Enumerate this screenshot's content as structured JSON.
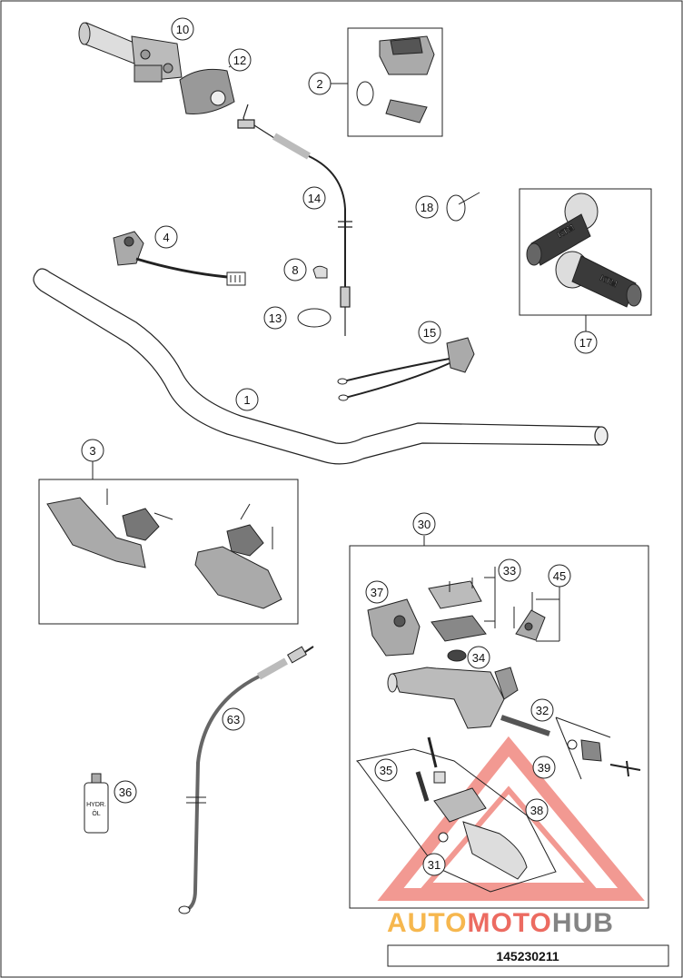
{
  "callouts": {
    "c1": "1",
    "c2": "2",
    "c3": "3",
    "c4": "4",
    "c8": "8",
    "c10": "10",
    "c12": "12",
    "c13": "13",
    "c14": "14",
    "c15": "15",
    "c17": "17",
    "c18": "18",
    "c30": "30",
    "c31": "31",
    "c32": "32",
    "c33": "33",
    "c34": "34",
    "c35": "35",
    "c36": "36",
    "c37": "37",
    "c38": "38",
    "c39": "39",
    "c45": "45",
    "c63": "63"
  },
  "bottle_label": {
    "line1": "HYDR.",
    "line2": "ÖL"
  },
  "grip_logo": "KTM",
  "watermark": {
    "part1": "AUTO",
    "part2": "MOTO",
    "part3": "HUB"
  },
  "part_number": "145230211",
  "colors": {
    "line": "#222222",
    "grip_dark": "#3a3a3a",
    "watermark_orange": "#f5a623",
    "watermark_red": "#e8473a",
    "watermark_dark": "#666666"
  }
}
